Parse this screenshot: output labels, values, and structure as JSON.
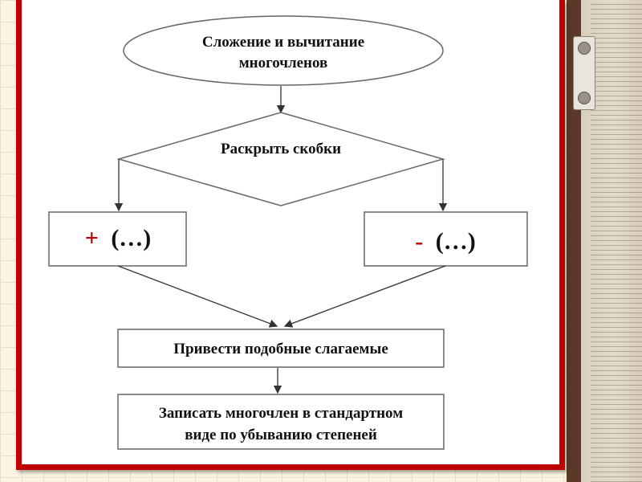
{
  "flowchart": {
    "start": {
      "line1": "Сложение и вычитание",
      "line2": "многочленов"
    },
    "decision": "Раскрыть скобки",
    "left_branch": {
      "sign": "+",
      "rest": "(…)"
    },
    "right_branch": {
      "sign": "-",
      "rest": "(…)"
    },
    "step1": "Привести подобные слагаемые",
    "step2": {
      "line1": "Записать многочлен в стандартном",
      "line2": "виде по убыванию степеней"
    }
  },
  "colors": {
    "frame": "#c00000",
    "sign": "#c00000"
  }
}
